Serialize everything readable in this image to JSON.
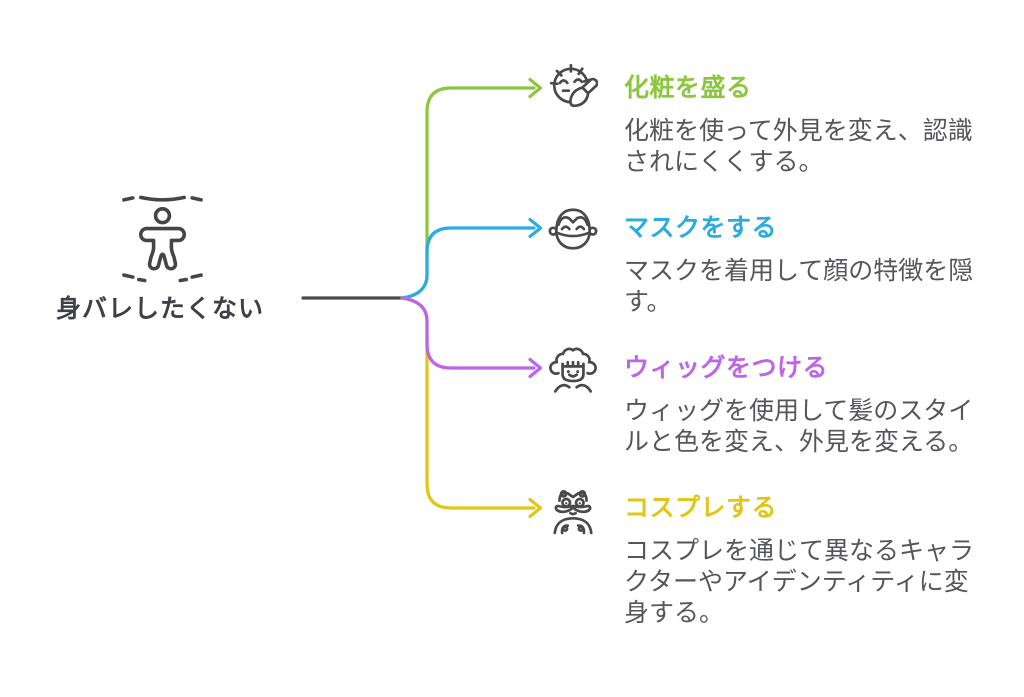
{
  "root": {
    "label": "身バレしたくない",
    "icon": "anonymous-person-icon"
  },
  "branches": [
    {
      "title": "化粧を盛る",
      "desc": "化粧を使って外見を変え、認識\nされにくくする。",
      "color": "#8CC63E",
      "icon": "makeup-brush-face-icon"
    },
    {
      "title": "マスクをする",
      "desc": "マスクを着用して顔の特徴を隠\nす。",
      "color": "#2AACE2",
      "icon": "masked-face-icon"
    },
    {
      "title": "ウィッグをつける",
      "desc": "ウィッグを使用して髪のスタイ\nルと色を変え、外見を変える。",
      "color": "#BE64E8",
      "icon": "wig-face-icon"
    },
    {
      "title": "コスプレする",
      "desc": "コスプレを通じて異なるキャラ\nクターやアイデンティティに変\n身する。",
      "color": "#E2C515",
      "icon": "disguise-face-icon"
    }
  ],
  "colors": {
    "ink": "#4A4A4A",
    "root_text": "#3F4045",
    "description_text": "#55565A",
    "line": "#4A4A4A",
    "background": "#FFFFFF"
  }
}
